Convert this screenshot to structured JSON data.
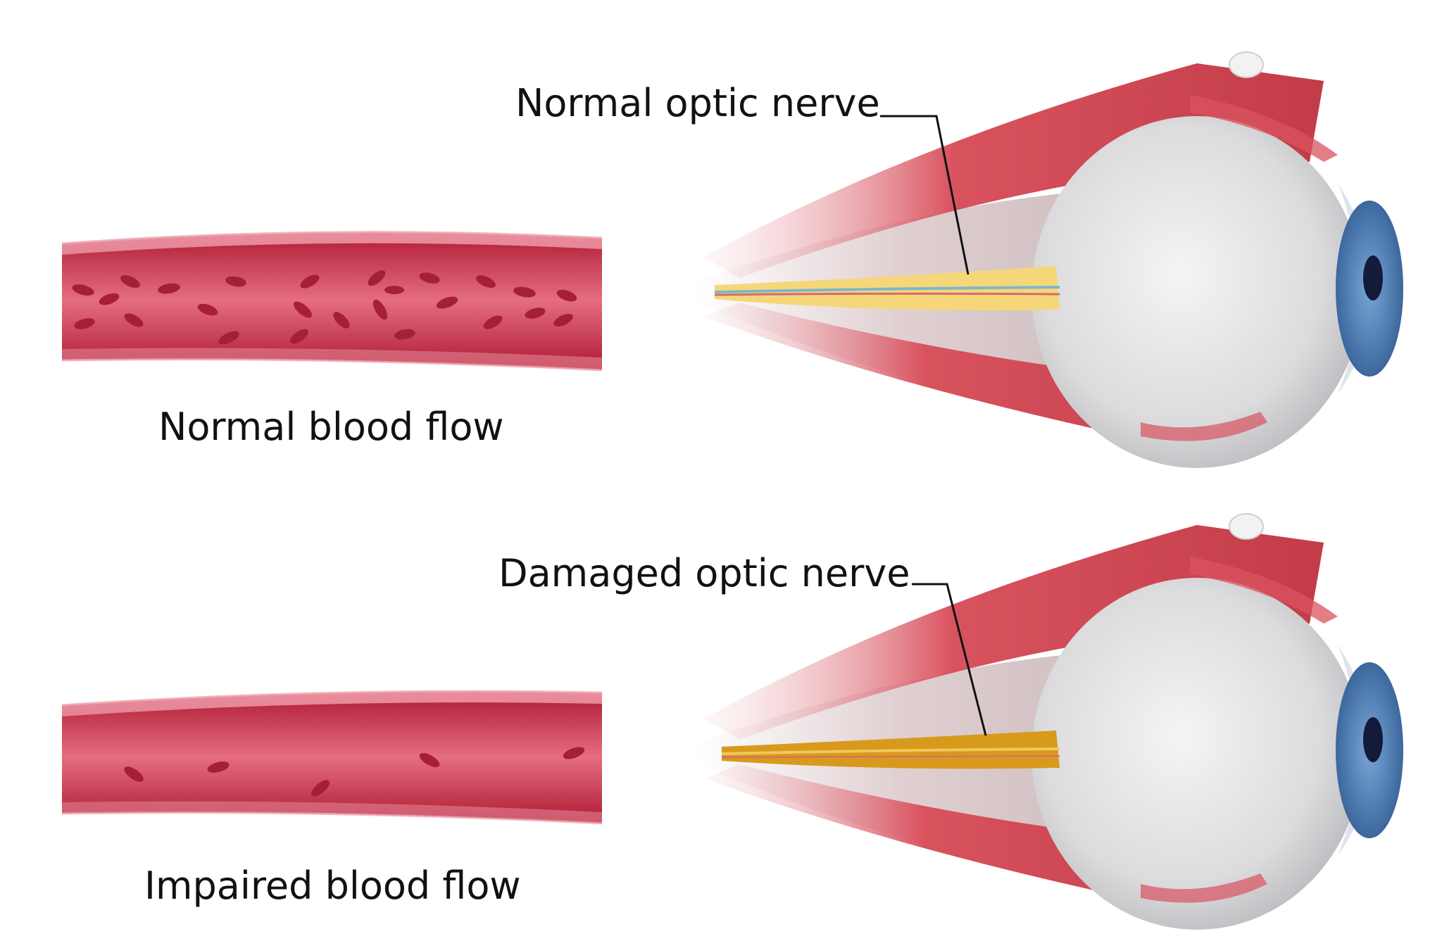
{
  "labels": {
    "normal_optic_nerve": "Normal optic nerve",
    "normal_blood_flow": "Normal blood flow",
    "damaged_optic_nerve": "Damaged optic nerve",
    "impaired_blood_flow": "Impaired blood flow"
  },
  "colors": {
    "vessel_wall": "#e07a8c",
    "vessel_lumen": "#c3344a",
    "blood_cell": "#a51f36",
    "muscle": "#d9535f",
    "eyeball": "#e4e4e6",
    "iris": "#5b87b8",
    "pupil": "#141a3a",
    "nerve_normal": "#f5d77a",
    "nerve_damaged": "#d89a1c"
  }
}
